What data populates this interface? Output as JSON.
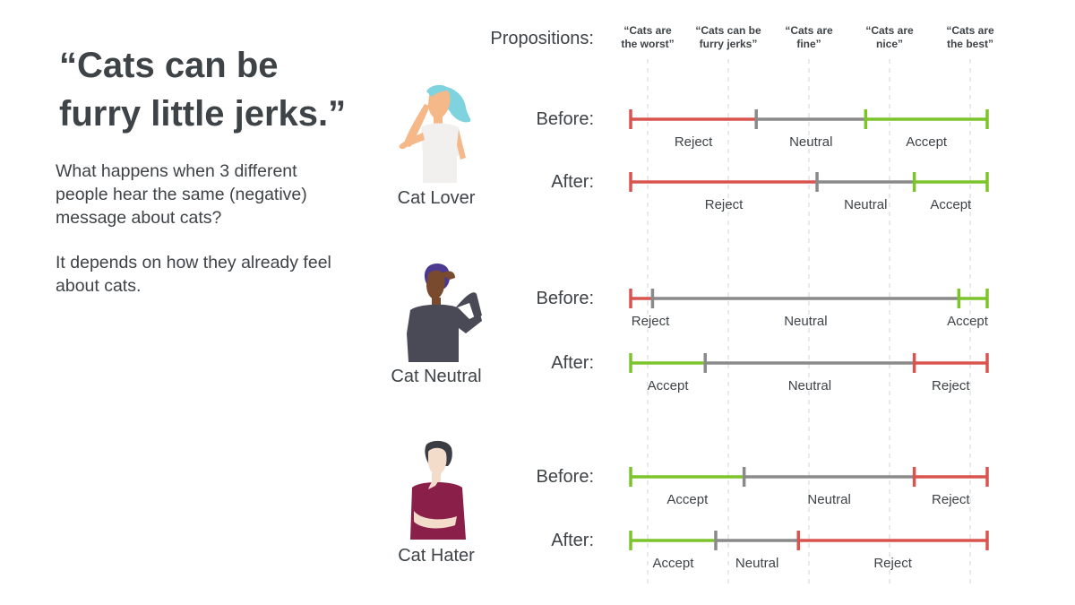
{
  "title_lines": [
    "“Cats can be",
    "furry little jerks.”"
  ],
  "description": [
    "What happens when 3 different people hear the same (negative) message about cats?",
    "It depends on how they already feel about cats."
  ],
  "propositions_label": "Propositions:",
  "propositions": [
    [
      "“Cats are",
      "the worst”"
    ],
    [
      "“Cats can be",
      "furry jerks”"
    ],
    [
      "“Cats are",
      "fine”"
    ],
    [
      "“Cats are",
      "nice”"
    ],
    [
      "“Cats are",
      "the best”"
    ]
  ],
  "colors": {
    "reject": "#d9534f",
    "neutral": "#8a8a8a",
    "accept": "#7cc42a",
    "text": "#3d4347"
  },
  "people": [
    {
      "label": "Cat Lover",
      "figure": "person-touching-head-icon",
      "rows": [
        {
          "name": "Before:",
          "segments": [
            {
              "type": "reject",
              "label": "Reject",
              "start": 0,
              "end": 1.55
            },
            {
              "type": "neutral",
              "label": "Neutral",
              "start": 1.55,
              "end": 2.9
            },
            {
              "type": "accept",
              "label": "Accept",
              "start": 2.9,
              "end": 4.4
            }
          ]
        },
        {
          "name": "After:",
          "segments": [
            {
              "type": "reject",
              "label": "Reject",
              "start": 0,
              "end": 2.3
            },
            {
              "type": "neutral",
              "label": "Neutral",
              "start": 2.3,
              "end": 3.5
            },
            {
              "type": "accept",
              "label": "Accept",
              "start": 3.5,
              "end": 4.4
            }
          ]
        }
      ]
    },
    {
      "label": "Cat Neutral",
      "figure": "person-scratching-head-icon",
      "rows": [
        {
          "name": "Before:",
          "segments": [
            {
              "type": "reject",
              "label": "Reject",
              "start": 0,
              "end": 0.27
            },
            {
              "type": "neutral",
              "label": "Neutral",
              "start": 0.27,
              "end": 4.05
            },
            {
              "type": "accept",
              "label": "Accept",
              "start": 4.05,
              "end": 4.4
            }
          ]
        },
        {
          "name": "After:",
          "segments": [
            {
              "type": "accept",
              "label": "Accept",
              "start": 0,
              "end": 0.92
            },
            {
              "type": "neutral",
              "label": "Neutral",
              "start": 0.92,
              "end": 3.5
            },
            {
              "type": "reject",
              "label": "Reject",
              "start": 3.5,
              "end": 4.4
            }
          ]
        }
      ]
    },
    {
      "label": "Cat Hater",
      "figure": "person-thinking-icon",
      "rows": [
        {
          "name": "Before:",
          "segments": [
            {
              "type": "accept",
              "label": "Accept",
              "start": 0,
              "end": 1.4
            },
            {
              "type": "neutral",
              "label": "Neutral",
              "start": 1.4,
              "end": 3.5
            },
            {
              "type": "reject",
              "label": "Reject",
              "start": 3.5,
              "end": 4.4
            }
          ]
        },
        {
          "name": "After:",
          "segments": [
            {
              "type": "accept",
              "label": "Accept",
              "start": 0,
              "end": 1.05
            },
            {
              "type": "neutral",
              "label": "Neutral",
              "start": 1.05,
              "end": 2.07
            },
            {
              "type": "reject",
              "label": "Reject",
              "start": 2.07,
              "end": 4.4
            }
          ]
        }
      ]
    }
  ]
}
